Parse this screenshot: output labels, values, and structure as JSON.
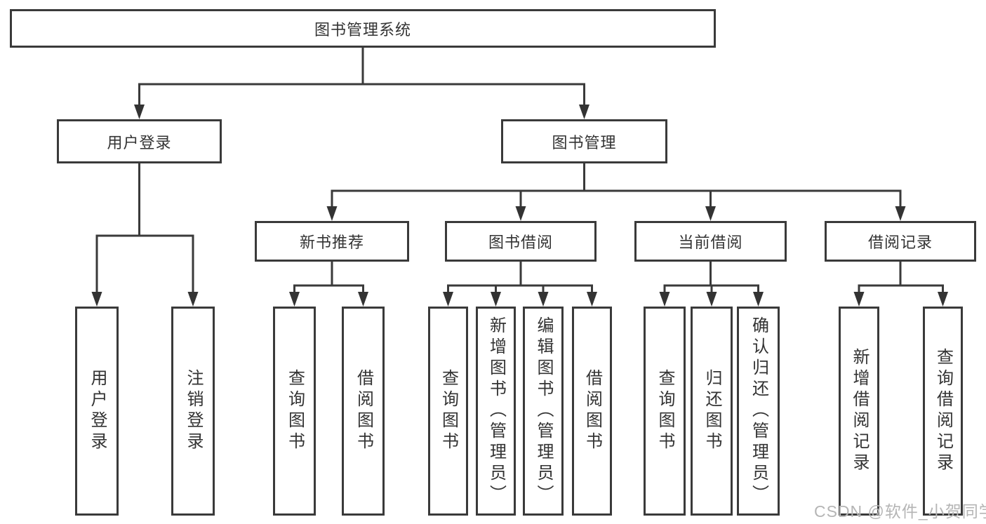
{
  "diagram": {
    "root": {
      "label": "图书管理系统"
    },
    "level2": [
      {
        "label": "用户登录"
      },
      {
        "label": "图书管理"
      }
    ],
    "level3": [
      {
        "label": "新书推荐"
      },
      {
        "label": "图书借阅"
      },
      {
        "label": "当前借阅"
      },
      {
        "label": "借阅记录"
      }
    ],
    "leaves": [
      {
        "label": "用户登录"
      },
      {
        "label": "注销登录"
      },
      {
        "label": "查询图书"
      },
      {
        "label": "借阅图书"
      },
      {
        "label": "查询图书"
      },
      {
        "label": "新增图书（管理员）"
      },
      {
        "label": "编辑图书（管理员）"
      },
      {
        "label": "借阅图书"
      },
      {
        "label": "查询图书"
      },
      {
        "label": "归还图书"
      },
      {
        "label": "确认归还（管理员）"
      },
      {
        "label": "新增借阅记录"
      },
      {
        "label": "查询借阅记录"
      }
    ]
  },
  "watermark": "CSDN @软件_小贺同学",
  "colors": {
    "line": "#3a3a3a",
    "text": "#333333",
    "watermark": "#b5b5b5",
    "background": "#ffffff"
  }
}
